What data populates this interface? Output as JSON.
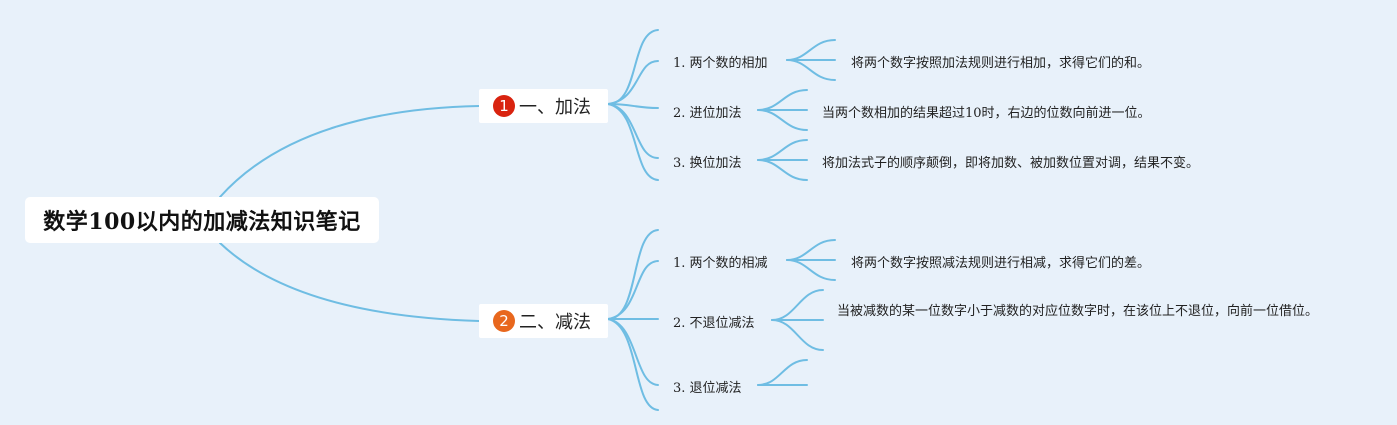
{
  "root": {
    "title": "数学100以内的加减法知识笔记"
  },
  "colors": {
    "background": "#e8f1fa",
    "link": "#6fbde3",
    "badge_1": "#d9230f",
    "badge_2": "#e8671d"
  },
  "branches": [
    {
      "badge": "1",
      "label": "一、加法",
      "children": [
        {
          "label": "1. 两个数的相加",
          "notes": [
            "将两个数字按照加法规则进行相加，求得它们的和。"
          ]
        },
        {
          "label": "2. 进位加法",
          "notes": [
            "当两个数相加的结果超过10时，右边的位数向前进一位。"
          ]
        },
        {
          "label": "3. 换位加法",
          "notes": [
            "将加法式子的顺序颠倒，即将加数、被加数位置对调，结果不变。"
          ]
        }
      ]
    },
    {
      "badge": "2",
      "label": "二、减法",
      "children": [
        {
          "label": "1. 两个数的相减",
          "notes": [
            "将两个数字按照减法规则进行相减，求得它们的差。"
          ]
        },
        {
          "label": "2. 不退位减法",
          "notes": [
            "当被减数的某一位数字小于减数的对应位数字时，在该位上不退位，向前一位借位。"
          ]
        },
        {
          "label": "3. 退位减法",
          "notes": []
        }
      ]
    }
  ]
}
